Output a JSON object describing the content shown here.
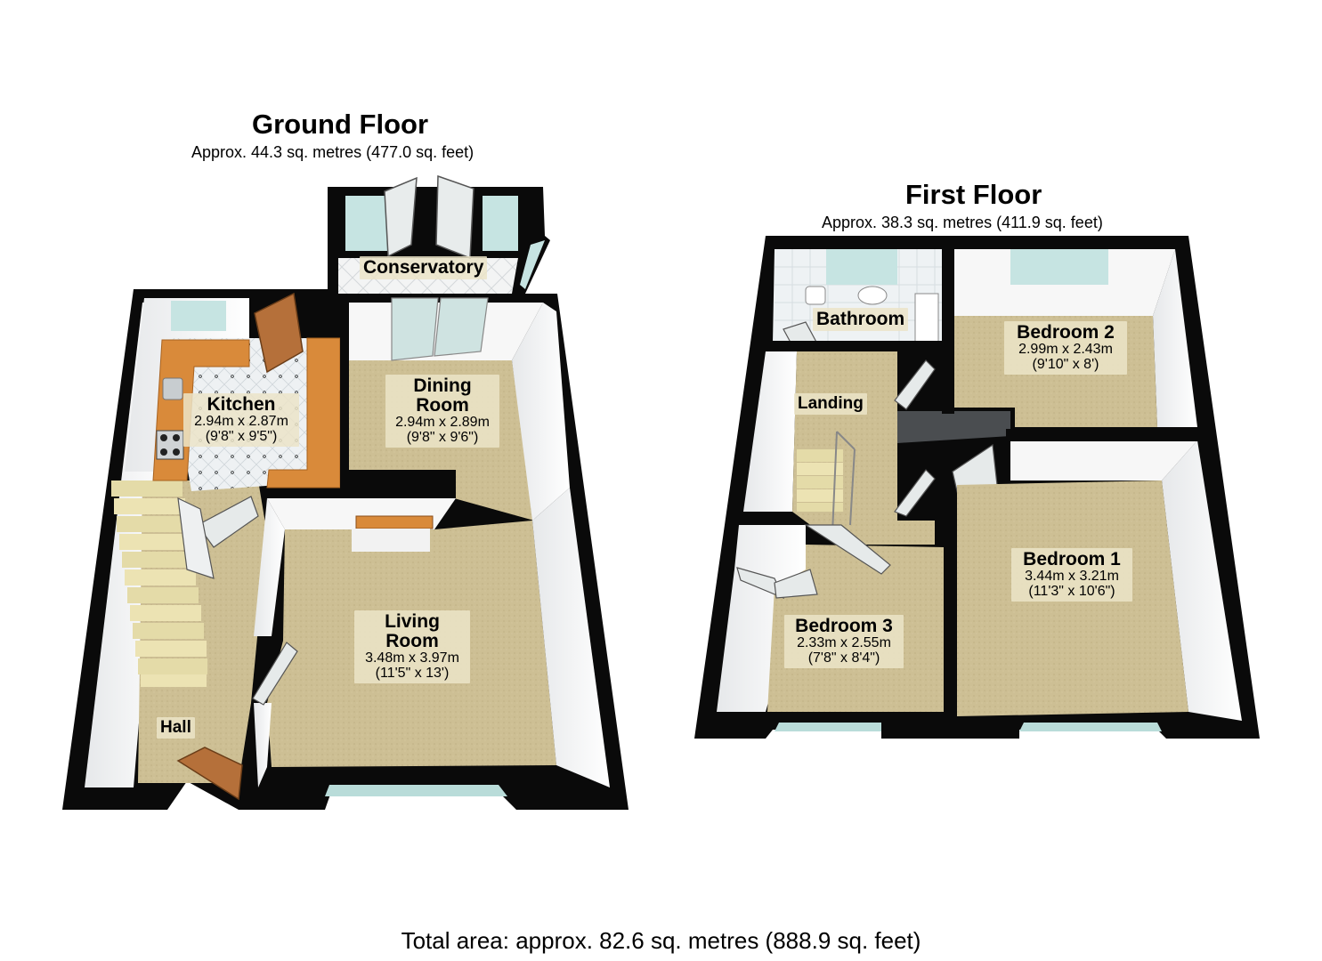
{
  "ground_floor": {
    "title": "Ground Floor",
    "area": "Approx. 44.3 sq. metres (477.0 sq. feet)",
    "rooms": {
      "conservatory": {
        "name": "Conservatory"
      },
      "kitchen": {
        "name": "Kitchen",
        "metric": "2.94m x 2.87m",
        "imperial": "(9'8\" x 9'5\")"
      },
      "dining": {
        "name_line1": "Dining",
        "name_line2": "Room",
        "metric": "2.94m x 2.89m",
        "imperial": "(9'8\" x 9'6\")"
      },
      "living": {
        "name_line1": "Living",
        "name_line2": "Room",
        "metric": "3.48m x 3.97m",
        "imperial": "(11'5\" x 13')"
      },
      "hall": {
        "name": "Hall"
      }
    }
  },
  "first_floor": {
    "title": "First Floor",
    "area": "Approx. 38.3 sq. metres (411.9 sq. feet)",
    "rooms": {
      "bathroom": {
        "name": "Bathroom"
      },
      "bedroom2": {
        "name": "Bedroom 2",
        "metric": "2.99m x 2.43m",
        "imperial": "(9'10\" x 8')"
      },
      "landing": {
        "name": "Landing"
      },
      "bedroom1": {
        "name": "Bedroom 1",
        "metric": "3.44m x 3.21m",
        "imperial": "(11'3\" x 10'6\")"
      },
      "bedroom3": {
        "name": "Bedroom 3",
        "metric": "2.33m x 2.55m",
        "imperial": "(7'8\" x 8'4\")"
      }
    }
  },
  "total_area": "Total area: approx. 82.6 sq. metres (888.9 sq. feet)",
  "colors": {
    "wall": "#0a0a0a",
    "inner_wall": "#ffffff",
    "carpet": "#c9bb8f",
    "worktop": "#d98a3a",
    "kitchen_floor": "#e8ecef",
    "window": "#b9dcd9",
    "door": "#b5703a"
  }
}
